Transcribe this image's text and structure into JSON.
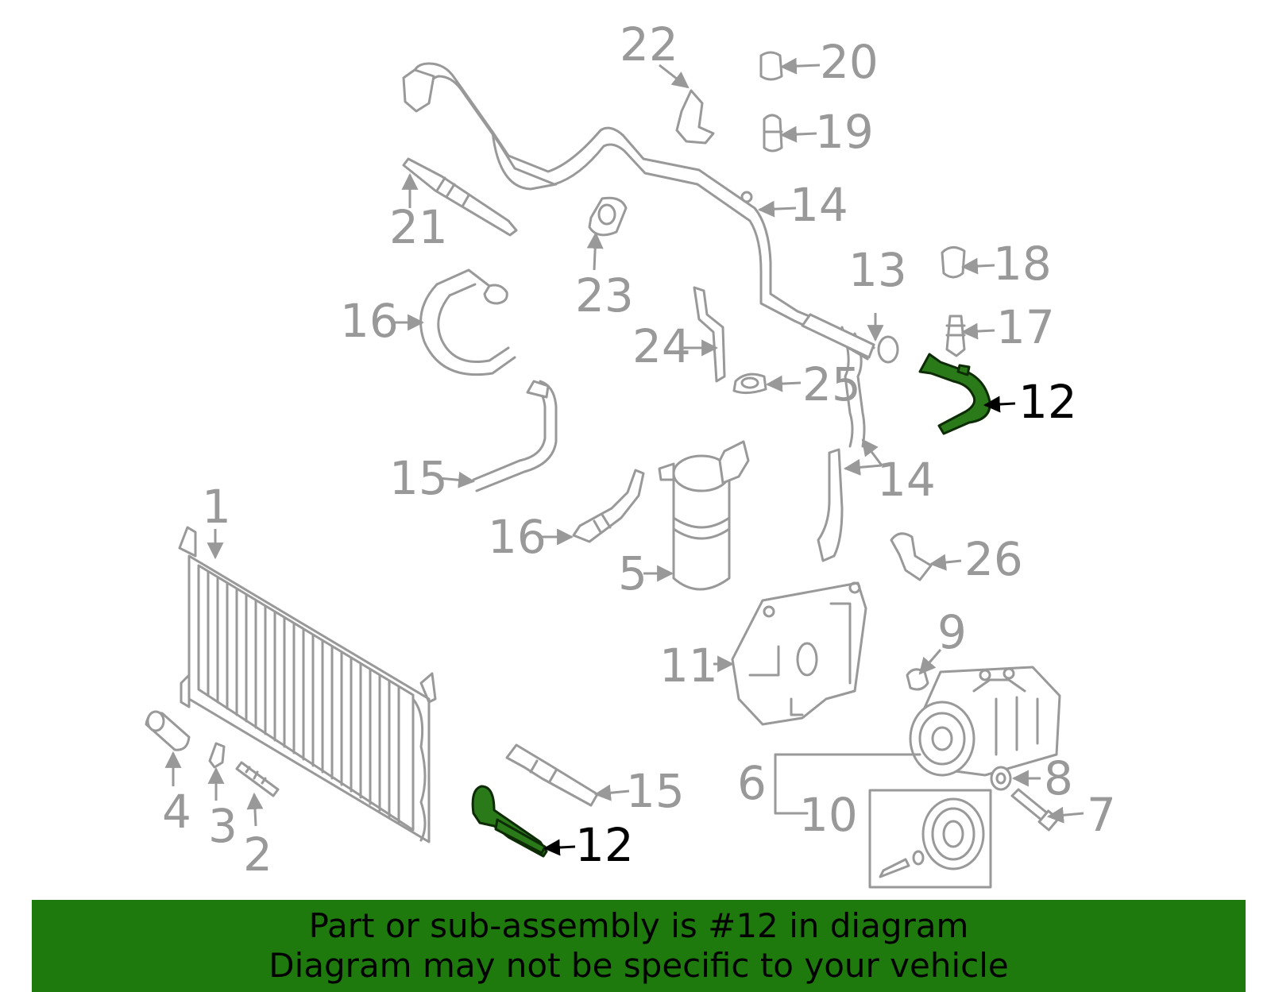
{
  "diagram": {
    "labels": [
      "1",
      "2",
      "3",
      "4",
      "5",
      "6",
      "7",
      "8",
      "9",
      "10",
      "11",
      "12",
      "12",
      "13",
      "14",
      "14",
      "15",
      "15",
      "16",
      "16",
      "17",
      "18",
      "19",
      "20",
      "21",
      "22",
      "23",
      "24",
      "25",
      "26"
    ],
    "highlight_part": "12",
    "highlight_color": "#2a7a1a",
    "line_color": "#999999"
  },
  "banner": {
    "line1": "Part or sub-assembly is #12 in diagram",
    "line2": "Diagram may not be specific to your vehicle",
    "background": "#1f7a0e"
  }
}
